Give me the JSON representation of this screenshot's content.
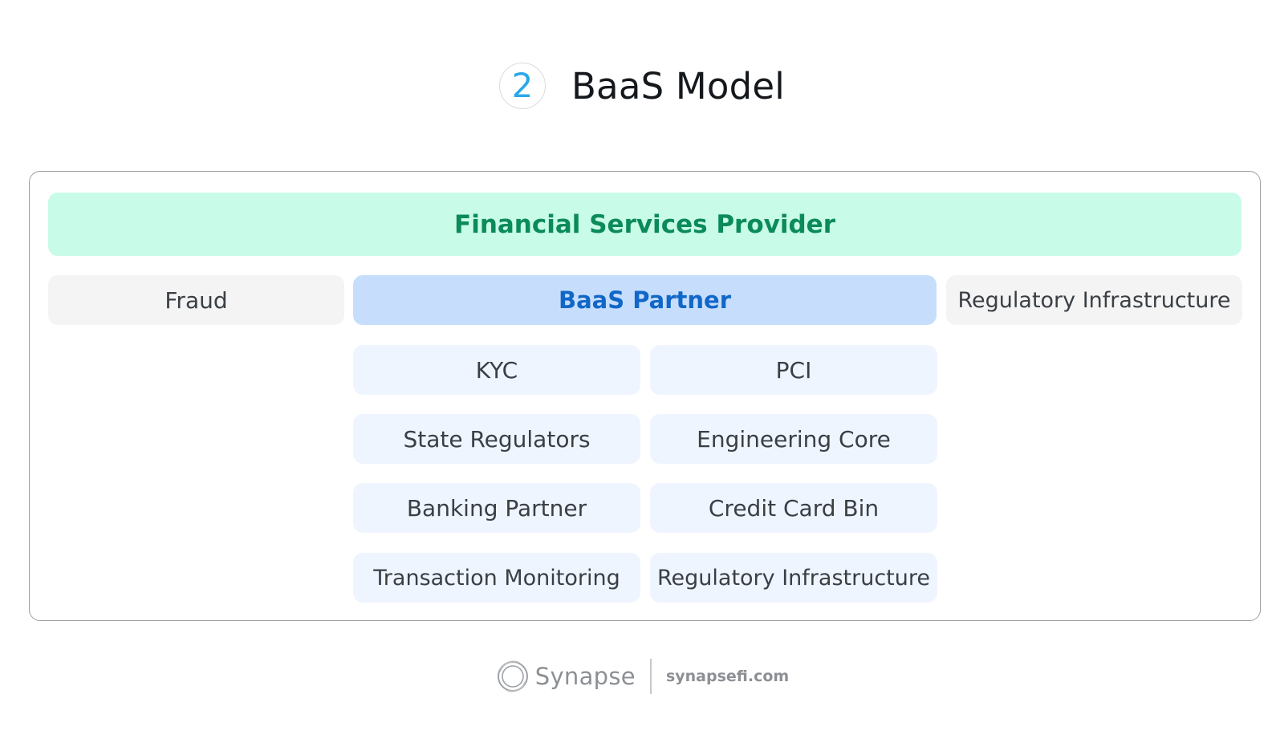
{
  "header": {
    "step_number": "2",
    "title": "BaaS Model"
  },
  "diagram": {
    "provider": "Financial Services Provider",
    "left_box": "Fraud",
    "center_box": "BaaS Partner",
    "right_box": "Regulatory Infrastructure",
    "components": {
      "kyc": "KYC",
      "pci": "PCI",
      "state_regulators": "State Regulators",
      "engineering_core": "Engineering Core",
      "banking_partner": "Banking Partner",
      "credit_card_bin": "Credit Card Bin",
      "transaction_monitoring": "Transaction Monitoring",
      "regulatory_infrastructure": "Regulatory Infrastructure"
    }
  },
  "footer": {
    "brand_name": "Synapse",
    "domain": "synapsefi.com"
  },
  "colors": {
    "step_number": "#29a8e8",
    "provider_bg": "#c8fbe8",
    "provider_text": "#0b8a5a",
    "partner_bg": "#c6defb",
    "partner_text": "#1167c8",
    "component_bg": "#eff5fe",
    "side_bg": "#f4f4f4"
  }
}
